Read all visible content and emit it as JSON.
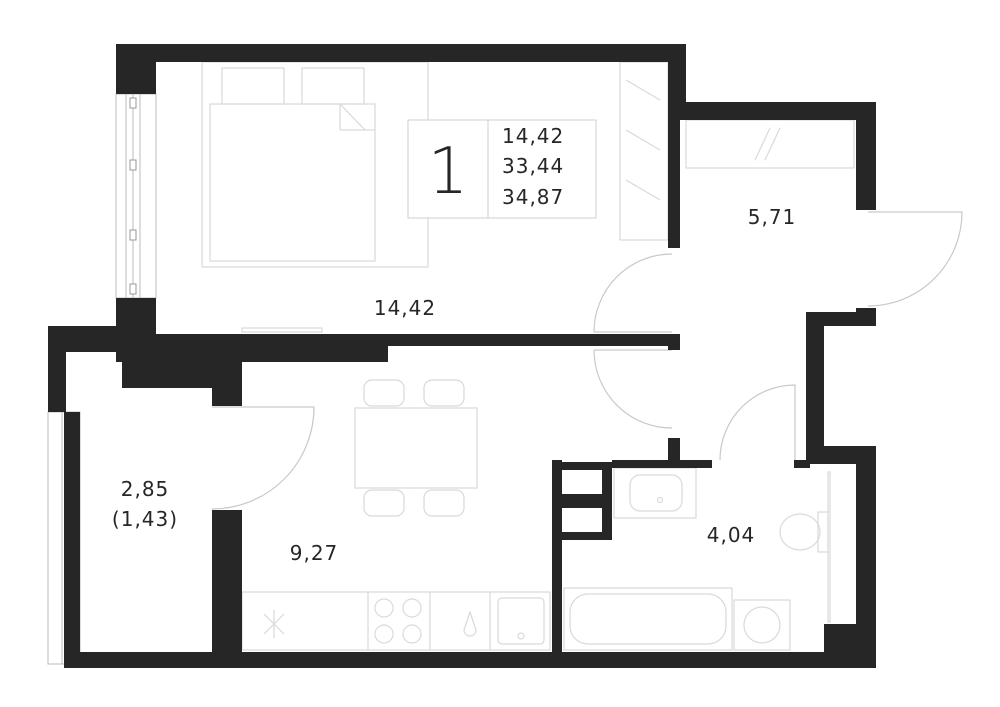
{
  "apartment": {
    "rooms_count": "1",
    "living_area": "14,42",
    "total_area": "33,44",
    "total_area_with_balcony": "34,87"
  },
  "rooms": {
    "bedroom": "14,42",
    "hallway": "5,71",
    "kitchen": "9,27",
    "bathroom": "4,04",
    "balcony_area": "2,85",
    "balcony_reduced": "(1,43)"
  },
  "colors": {
    "wall": "#262626",
    "furniture": "#d9d9d9",
    "background": "#ffffff"
  }
}
